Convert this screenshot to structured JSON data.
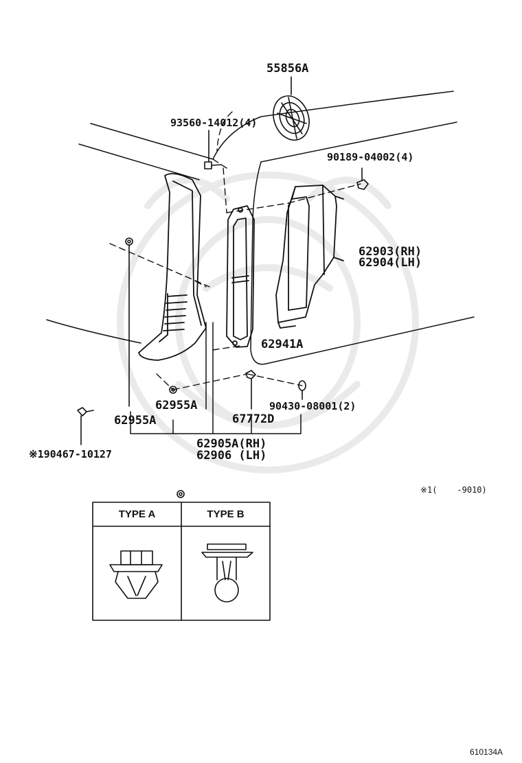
{
  "diagram": {
    "labels": {
      "p55856a": "55856A",
      "p93560": "93560-14012(4)",
      "p90189": "90189-04002(4)",
      "p62903": "62903(RH)",
      "p62904": "62904(LH)",
      "p62941a": "62941A",
      "p62955a_1": "62955A",
      "p62955a_2": "62955A",
      "p90430": "90430-08001(2)",
      "p67772d": "67772D",
      "p62905a": "62905A(RH)",
      "p62906": "62906 (LH)",
      "p90467": "※190467-10127",
      "note": "※1(    -9010)",
      "ref": "610134A"
    },
    "clip_table": {
      "type_a": "TYPE A",
      "type_b": "TYPE B"
    }
  }
}
